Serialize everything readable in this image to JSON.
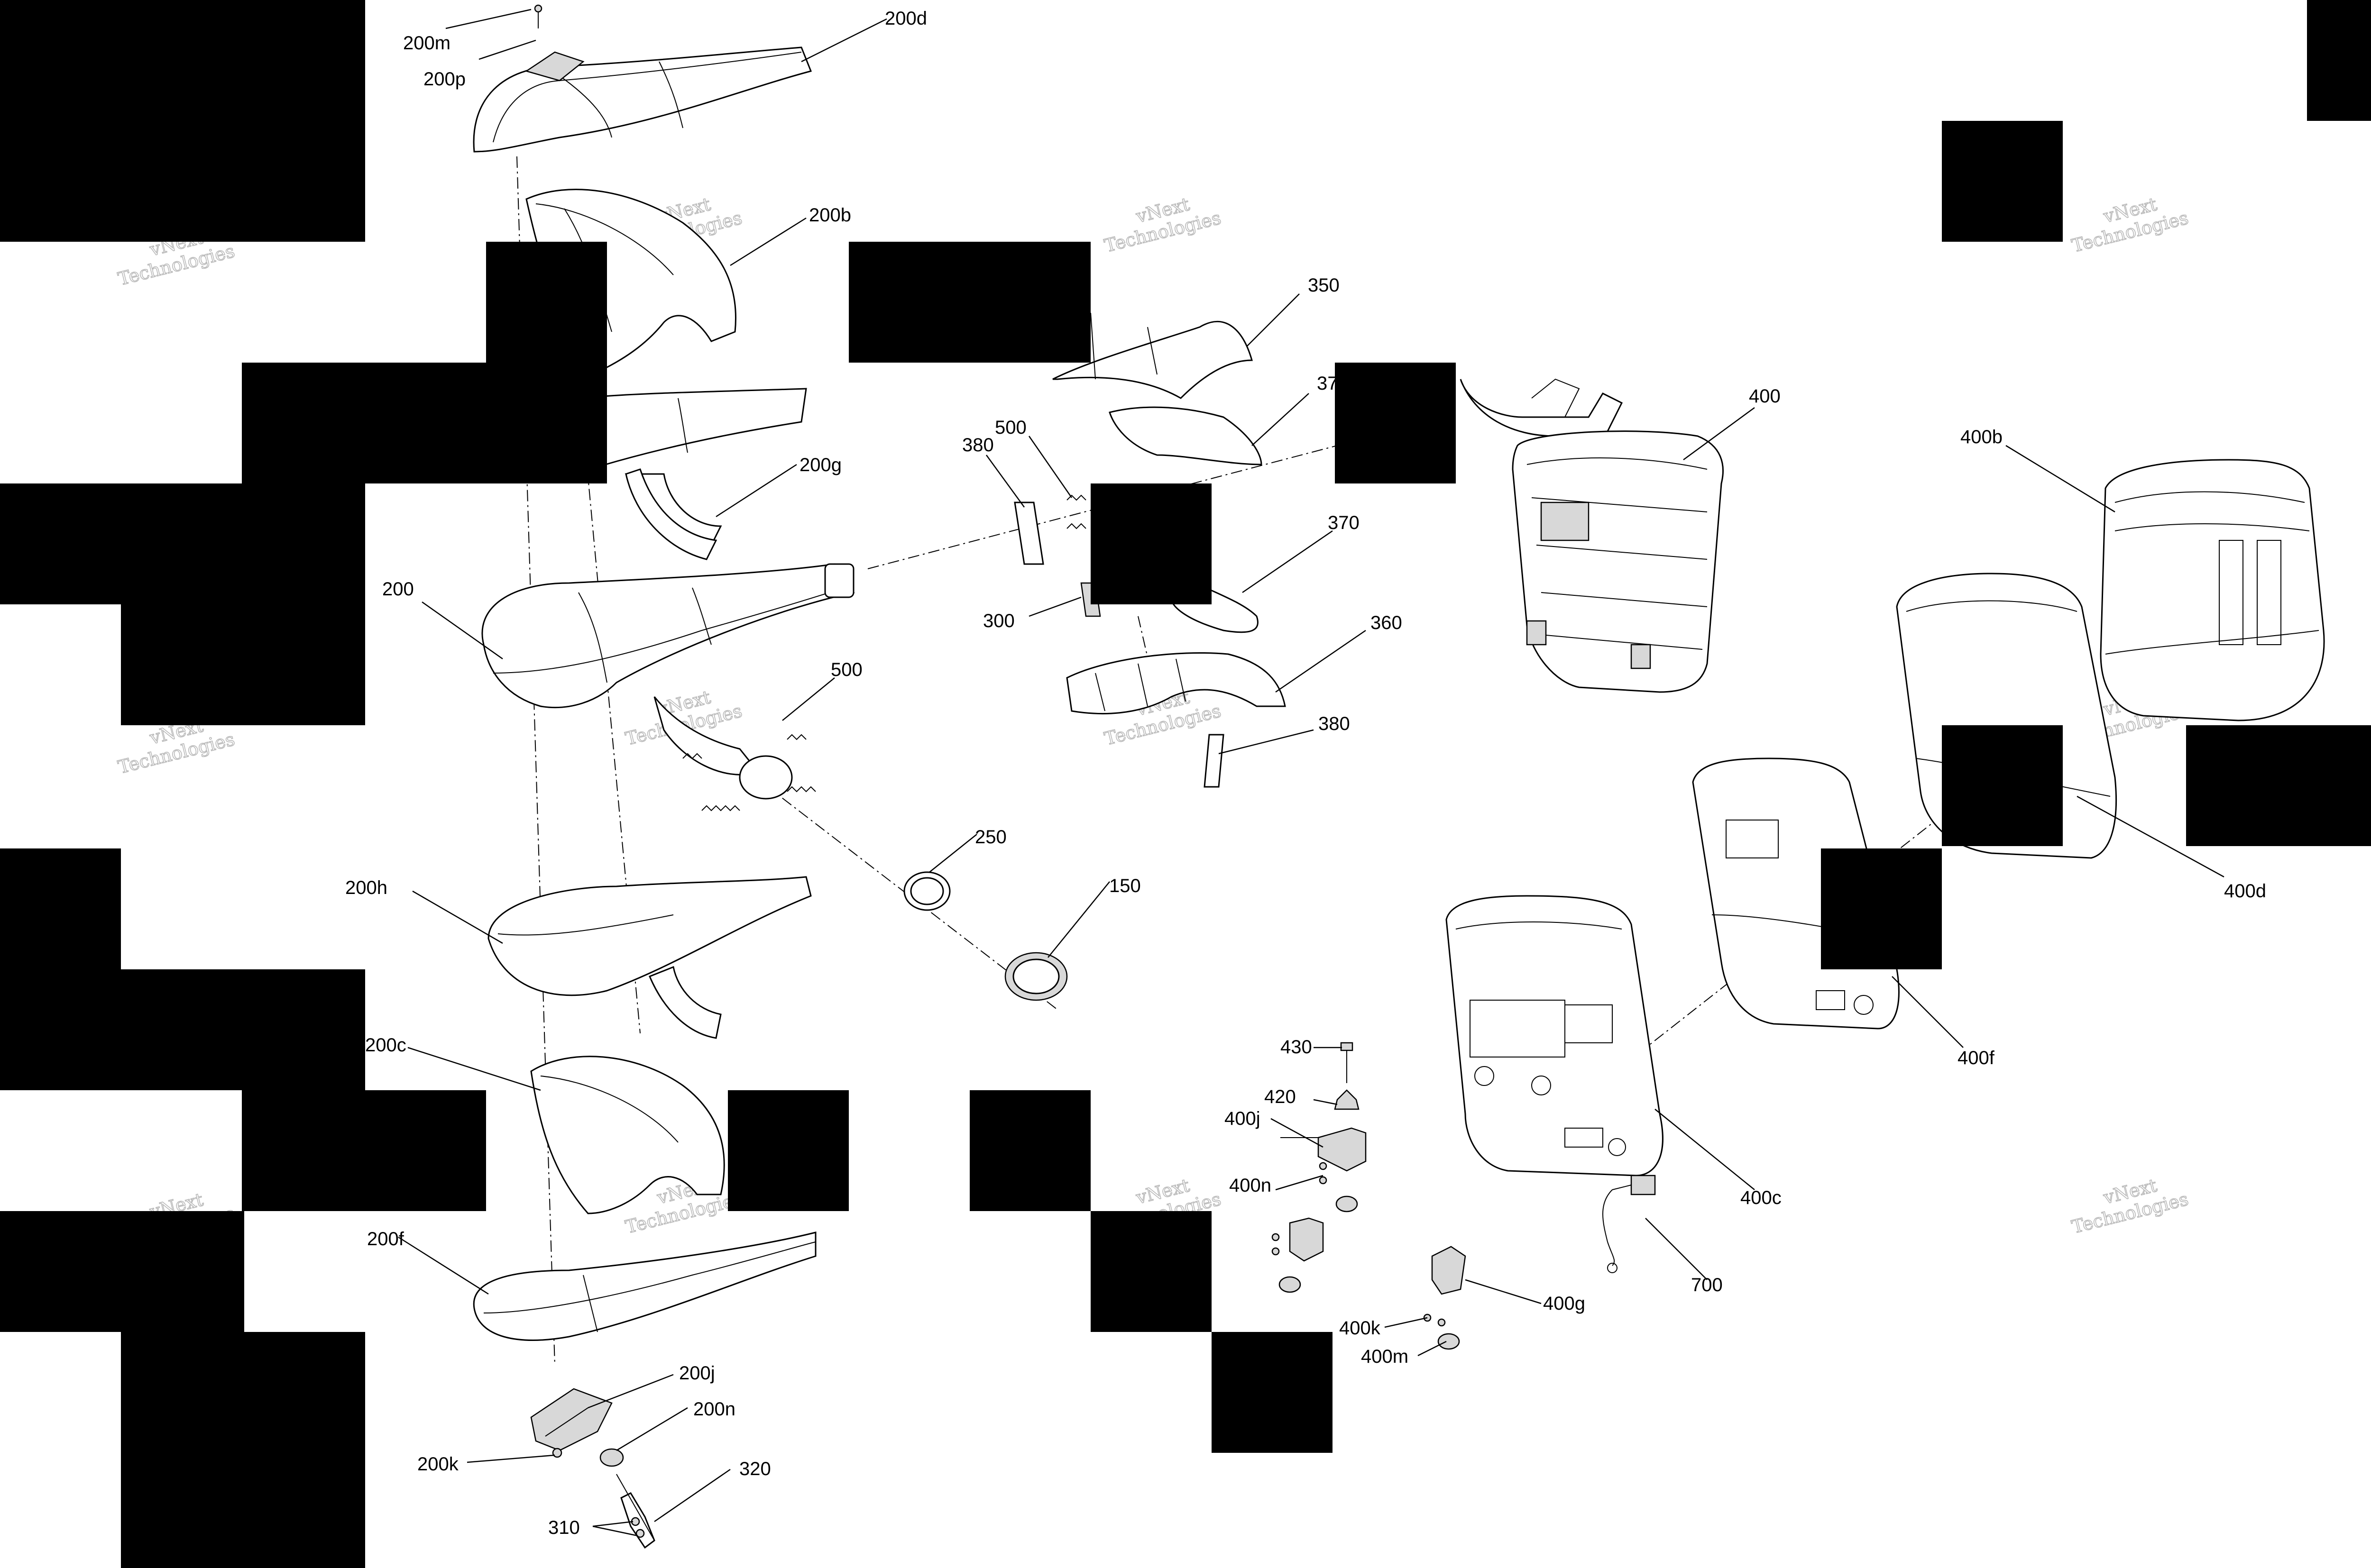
{
  "callouts": [
    {
      "id": "200m",
      "text": "200m"
    },
    {
      "id": "200p",
      "text": "200p"
    },
    {
      "id": "200d",
      "text": "200d"
    },
    {
      "id": "200b",
      "text": "200b"
    },
    {
      "id": "200g",
      "text": "200g"
    },
    {
      "id": "200",
      "text": "200"
    },
    {
      "id": "500a",
      "text": "500"
    },
    {
      "id": "250",
      "text": "250"
    },
    {
      "id": "150",
      "text": "150"
    },
    {
      "id": "200h",
      "text": "200h"
    },
    {
      "id": "200c",
      "text": "200c"
    },
    {
      "id": "200f",
      "text": "200f"
    },
    {
      "id": "200j",
      "text": "200j"
    },
    {
      "id": "200n",
      "text": "200n"
    },
    {
      "id": "200k",
      "text": "200k"
    },
    {
      "id": "320",
      "text": "320"
    },
    {
      "id": "310",
      "text": "310"
    },
    {
      "id": "350",
      "text": "350"
    },
    {
      "id": "37x",
      "text": "37"
    },
    {
      "id": "380a",
      "text": "380"
    },
    {
      "id": "500b",
      "text": "500"
    },
    {
      "id": "370",
      "text": "370"
    },
    {
      "id": "300",
      "text": "300"
    },
    {
      "id": "360",
      "text": "360"
    },
    {
      "id": "380b",
      "text": "380"
    },
    {
      "id": "400",
      "text": "400"
    },
    {
      "id": "400b",
      "text": "400b"
    },
    {
      "id": "400d",
      "text": "400d"
    },
    {
      "id": "400f",
      "text": "400f"
    },
    {
      "id": "400c",
      "text": "400c"
    },
    {
      "id": "700",
      "text": "700"
    },
    {
      "id": "430",
      "text": "430"
    },
    {
      "id": "420",
      "text": "420"
    },
    {
      "id": "400j",
      "text": "400j"
    },
    {
      "id": "400n",
      "text": "400n"
    },
    {
      "id": "400g",
      "text": "400g"
    },
    {
      "id": "400k",
      "text": "400k"
    },
    {
      "id": "400m",
      "text": "400m"
    }
  ],
  "watermark": {
    "line1": "vNext",
    "line2": "Technologies",
    "full": "vNext Technologies"
  }
}
